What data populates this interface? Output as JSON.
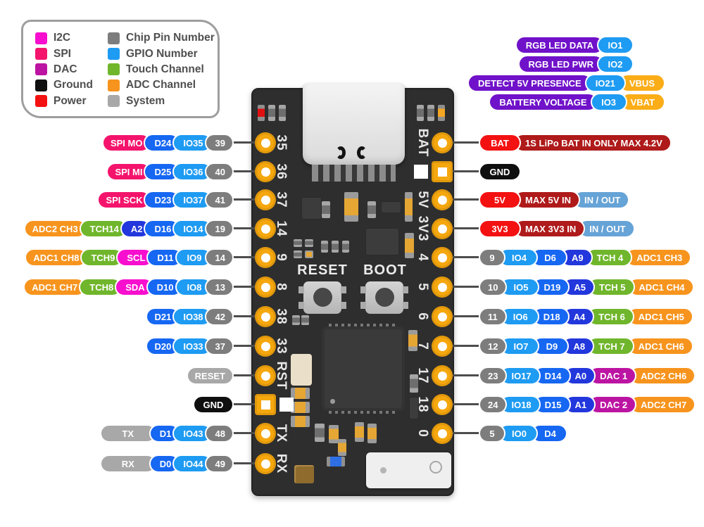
{
  "colors": {
    "i2c": "#F80ECE",
    "spi": "#F4146C",
    "dac": "#BC14A2",
    "gnd": "#0F0F0F",
    "pwr": "#F31111",
    "chip": "#7D7D7D",
    "io": "#1E9BF2",
    "d": "#1667F2",
    "a": "#2237DC",
    "tch": "#70B62C",
    "adc": "#F7941E",
    "sys": "#A8A8A8",
    "purple": "#7012C9",
    "vbat": "#FBAD18",
    "darkred": "#AF1A1A",
    "inout": "#66A3D6",
    "board": "#2E2E2E",
    "gold_pad": "#F5A70E",
    "wire": "#4D4D4D"
  },
  "legend": {
    "items": [
      {
        "label": "I2C",
        "type": "i2c"
      },
      {
        "label": "SPI",
        "type": "spi"
      },
      {
        "label": "DAC",
        "type": "dac"
      },
      {
        "label": "Ground",
        "type": "gnd"
      },
      {
        "label": "Power",
        "type": "pwr"
      },
      {
        "label": "Chip Pin Number",
        "type": "chip"
      },
      {
        "label": "GPIO Number",
        "type": "io"
      },
      {
        "label": "Touch Channel",
        "type": "tch"
      },
      {
        "label": "ADC Channel",
        "type": "adc"
      },
      {
        "label": "System",
        "type": "sys"
      }
    ]
  },
  "top_right_rows": [
    {
      "pills": [
        {
          "label": "RGB LED DATA",
          "type": "purple"
        },
        {
          "label": "IO1",
          "type": "io",
          "minw": 52
        }
      ]
    },
    {
      "pills": [
        {
          "label": "RGB LED PWR",
          "type": "purple"
        },
        {
          "label": "IO2",
          "type": "io",
          "minw": 52
        }
      ]
    },
    {
      "pills": [
        {
          "label": "DETECT 5V PRESENCE",
          "type": "purple"
        },
        {
          "label": "IO21",
          "type": "io",
          "minw": 56
        },
        {
          "label": "VBUS",
          "type": "vbat"
        }
      ]
    },
    {
      "pills": [
        {
          "label": "BATTERY VOLTAGE",
          "type": "purple"
        },
        {
          "label": "IO3",
          "type": "io",
          "minw": 52
        },
        {
          "label": "VBAT",
          "type": "vbat"
        }
      ]
    }
  ],
  "left_rows": [
    {
      "pin": "35",
      "pills": [
        {
          "label": "SPI MO",
          "type": "spi"
        },
        {
          "label": "D24",
          "type": "d"
        },
        {
          "label": "IO35",
          "type": "io"
        },
        {
          "label": "39",
          "type": "chip"
        }
      ]
    },
    {
      "pin": "36",
      "pills": [
        {
          "label": "SPI MI",
          "type": "spi"
        },
        {
          "label": "D25",
          "type": "d"
        },
        {
          "label": "IO36",
          "type": "io"
        },
        {
          "label": "40",
          "type": "chip"
        }
      ]
    },
    {
      "pin": "37",
      "pills": [
        {
          "label": "SPI SCK",
          "type": "spi"
        },
        {
          "label": "D23",
          "type": "d"
        },
        {
          "label": "IO37",
          "type": "io"
        },
        {
          "label": "41",
          "type": "chip"
        }
      ]
    },
    {
      "pin": "14",
      "pills": [
        {
          "label": "ADC2 CH3",
          "type": "adc"
        },
        {
          "label": "TCH14",
          "type": "tch"
        },
        {
          "label": "A2",
          "type": "a"
        },
        {
          "label": "D16",
          "type": "d"
        },
        {
          "label": "IO14",
          "type": "io"
        },
        {
          "label": "19",
          "type": "chip"
        }
      ]
    },
    {
      "pin": "9",
      "pills": [
        {
          "label": "ADC1 CH8",
          "type": "adc"
        },
        {
          "label": "TCH9",
          "type": "tch"
        },
        {
          "label": "SCL",
          "type": "i2c"
        },
        {
          "label": "D11",
          "type": "d"
        },
        {
          "label": "IO9",
          "type": "io",
          "minw": 52
        },
        {
          "label": "14",
          "type": "chip"
        }
      ]
    },
    {
      "pin": "8",
      "pills": [
        {
          "label": "ADC1 CH7",
          "type": "adc"
        },
        {
          "label": "TCH8",
          "type": "tch"
        },
        {
          "label": "SDA",
          "type": "i2c"
        },
        {
          "label": "D10",
          "type": "d"
        },
        {
          "label": "IO8",
          "type": "io",
          "minw": 52
        },
        {
          "label": "13",
          "type": "chip"
        }
      ]
    },
    {
      "pin": "38",
      "pills": [
        {
          "label": "D21",
          "type": "d"
        },
        {
          "label": "IO38",
          "type": "io"
        },
        {
          "label": "42",
          "type": "chip"
        }
      ]
    },
    {
      "pin": "33",
      "pills": [
        {
          "label": "D20",
          "type": "d"
        },
        {
          "label": "IO33",
          "type": "io"
        },
        {
          "label": "37",
          "type": "chip"
        }
      ]
    },
    {
      "pin": "RST",
      "pills": [
        {
          "label": "RESET",
          "type": "sys",
          "minw": 64
        }
      ]
    },
    {
      "pin": "",
      "pin_pad": "square",
      "pills": [
        {
          "label": "GND",
          "type": "gnd",
          "minw": 58
        }
      ]
    },
    {
      "pin": "TX",
      "pills": [
        {
          "label": "TX",
          "type": "sys",
          "minw": 80
        },
        {
          "label": "D1",
          "type": "d"
        },
        {
          "label": "IO43",
          "type": "io"
        },
        {
          "label": "48",
          "type": "chip"
        }
      ]
    },
    {
      "pin": "RX",
      "pills": [
        {
          "label": "RX",
          "type": "sys",
          "minw": 80
        },
        {
          "label": "D0",
          "type": "d"
        },
        {
          "label": "IO44",
          "type": "io"
        },
        {
          "label": "49",
          "type": "chip"
        }
      ]
    }
  ],
  "right_rows": [
    {
      "pin": "BAT",
      "pills": [
        {
          "label": "BAT",
          "type": "pwr",
          "minw": 60
        },
        {
          "label": "1S LiPo BAT IN ONLY MAX 4.2V",
          "type": "darkred"
        }
      ]
    },
    {
      "pin": "",
      "pin_pad": "square",
      "pills": [
        {
          "label": "GND",
          "type": "gnd",
          "minw": 60
        }
      ]
    },
    {
      "pin": "5V",
      "pills": [
        {
          "label": "5V",
          "type": "pwr",
          "minw": 60
        },
        {
          "label": "MAX 5V IN",
          "type": "darkred"
        },
        {
          "label": "IN / OUT",
          "type": "inout"
        }
      ]
    },
    {
      "pin": "3V3",
      "pills": [
        {
          "label": "3V3",
          "type": "pwr",
          "minw": 60
        },
        {
          "label": "MAX 3V3 IN",
          "type": "darkred"
        },
        {
          "label": "IN / OUT",
          "type": "inout"
        }
      ]
    },
    {
      "pin": "4",
      "pills": [
        {
          "label": "9",
          "type": "chip",
          "minw": 38
        },
        {
          "label": "IO4",
          "type": "io",
          "minw": 56
        },
        {
          "label": "D6",
          "type": "d",
          "minw": 52
        },
        {
          "label": "A9",
          "type": "a"
        },
        {
          "label": "TCH 4",
          "type": "tch",
          "minw": 62
        },
        {
          "label": "ADC1 CH3",
          "type": "adc"
        }
      ]
    },
    {
      "pin": "5",
      "pills": [
        {
          "label": "10",
          "type": "chip",
          "minw": 38
        },
        {
          "label": "IO5",
          "type": "io",
          "minw": 56
        },
        {
          "label": "D19",
          "type": "d",
          "minw": 52
        },
        {
          "label": "A5",
          "type": "a"
        },
        {
          "label": "TCH 5",
          "type": "tch",
          "minw": 62
        },
        {
          "label": "ADC1 CH4",
          "type": "adc"
        }
      ]
    },
    {
      "pin": "6",
      "pills": [
        {
          "label": "11",
          "type": "chip",
          "minw": 38
        },
        {
          "label": "IO6",
          "type": "io",
          "minw": 56
        },
        {
          "label": "D18",
          "type": "d",
          "minw": 52
        },
        {
          "label": "A4",
          "type": "a"
        },
        {
          "label": "TCH 6",
          "type": "tch",
          "minw": 62
        },
        {
          "label": "ADC1 CH5",
          "type": "adc"
        }
      ]
    },
    {
      "pin": "7",
      "pills": [
        {
          "label": "12",
          "type": "chip",
          "minw": 38
        },
        {
          "label": "IO7",
          "type": "io",
          "minw": 56
        },
        {
          "label": "D9",
          "type": "d",
          "minw": 52
        },
        {
          "label": "A8",
          "type": "a"
        },
        {
          "label": "TCH 7",
          "type": "tch",
          "minw": 62
        },
        {
          "label": "ADC1 CH6",
          "type": "adc"
        }
      ]
    },
    {
      "pin": "17",
      "pills": [
        {
          "label": "23",
          "type": "chip",
          "minw": 38
        },
        {
          "label": "IO17",
          "type": "io",
          "minw": 56
        },
        {
          "label": "D14",
          "type": "d",
          "minw": 52
        },
        {
          "label": "A0",
          "type": "a"
        },
        {
          "label": "DAC 1",
          "type": "dac",
          "minw": 62
        },
        {
          "label": "ADC2 CH6",
          "type": "adc"
        }
      ]
    },
    {
      "pin": "18",
      "pills": [
        {
          "label": "24",
          "type": "chip",
          "minw": 38
        },
        {
          "label": "IO18",
          "type": "io",
          "minw": 56
        },
        {
          "label": "D15",
          "type": "d",
          "minw": 52
        },
        {
          "label": "A1",
          "type": "a"
        },
        {
          "label": "DAC 2",
          "type": "dac",
          "minw": 62
        },
        {
          "label": "ADC2 CH7",
          "type": "adc"
        }
      ]
    },
    {
      "pin": "0",
      "pills": [
        {
          "label": "5",
          "type": "chip",
          "minw": 38
        },
        {
          "label": "IO0",
          "type": "io",
          "minw": 56
        },
        {
          "label": "D4",
          "type": "d",
          "minw": 52
        }
      ]
    }
  ],
  "board": {
    "reset_label": "RESET",
    "boot_label": "BOOT"
  }
}
